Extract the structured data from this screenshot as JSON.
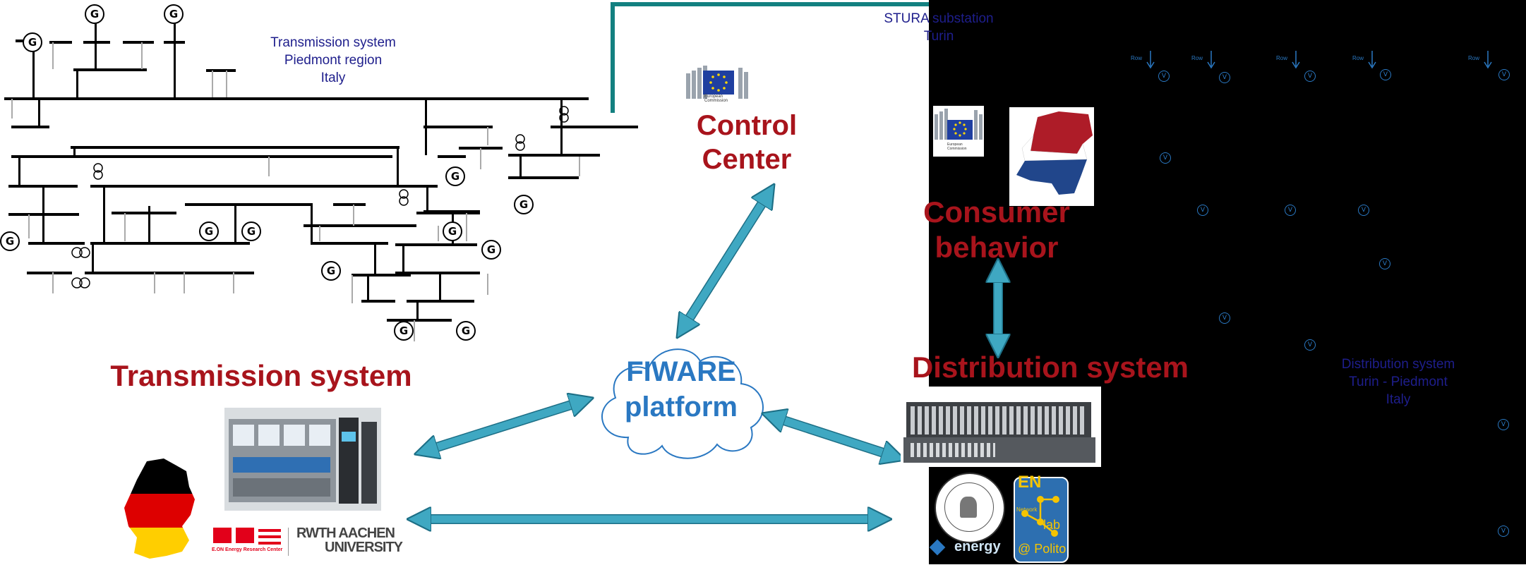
{
  "transmission_map": {
    "caption_lines": [
      "Transmission system",
      "Piedmont region",
      "Italy"
    ],
    "generator_symbol": "G"
  },
  "distribution_map": {
    "substation_lines": [
      "STURA substation",
      "Turin"
    ],
    "caption_lines": [
      "Distribution system",
      "Turin - Piedmont",
      "Italy"
    ],
    "feeder_label": "Row",
    "meter_symbol": "V"
  },
  "nodes": {
    "control_center": [
      "Control",
      "Center"
    ],
    "consumer_behavior": [
      "Consumer",
      "behavior"
    ],
    "transmission_system": "Transmission system",
    "distribution_system": "Distribution system",
    "fiware": [
      "FIWARE",
      "platform"
    ]
  },
  "logos": {
    "eu_commission": [
      "European",
      "Commission"
    ],
    "eon": "E.ON Energy Research Center",
    "rwth": [
      "RWTH AACHEN",
      "UNIVERSITY"
    ],
    "polito_energy": "energy",
    "en_lab": [
      "EN",
      "Network",
      "lab",
      "@ Polito"
    ]
  },
  "colors": {
    "title_red": "#a8141c",
    "fiware_blue": "#2a78c2",
    "arrow_teal": "#3fa8c2",
    "link_green": "#138080",
    "caption_navy": "#1e1e8c"
  }
}
